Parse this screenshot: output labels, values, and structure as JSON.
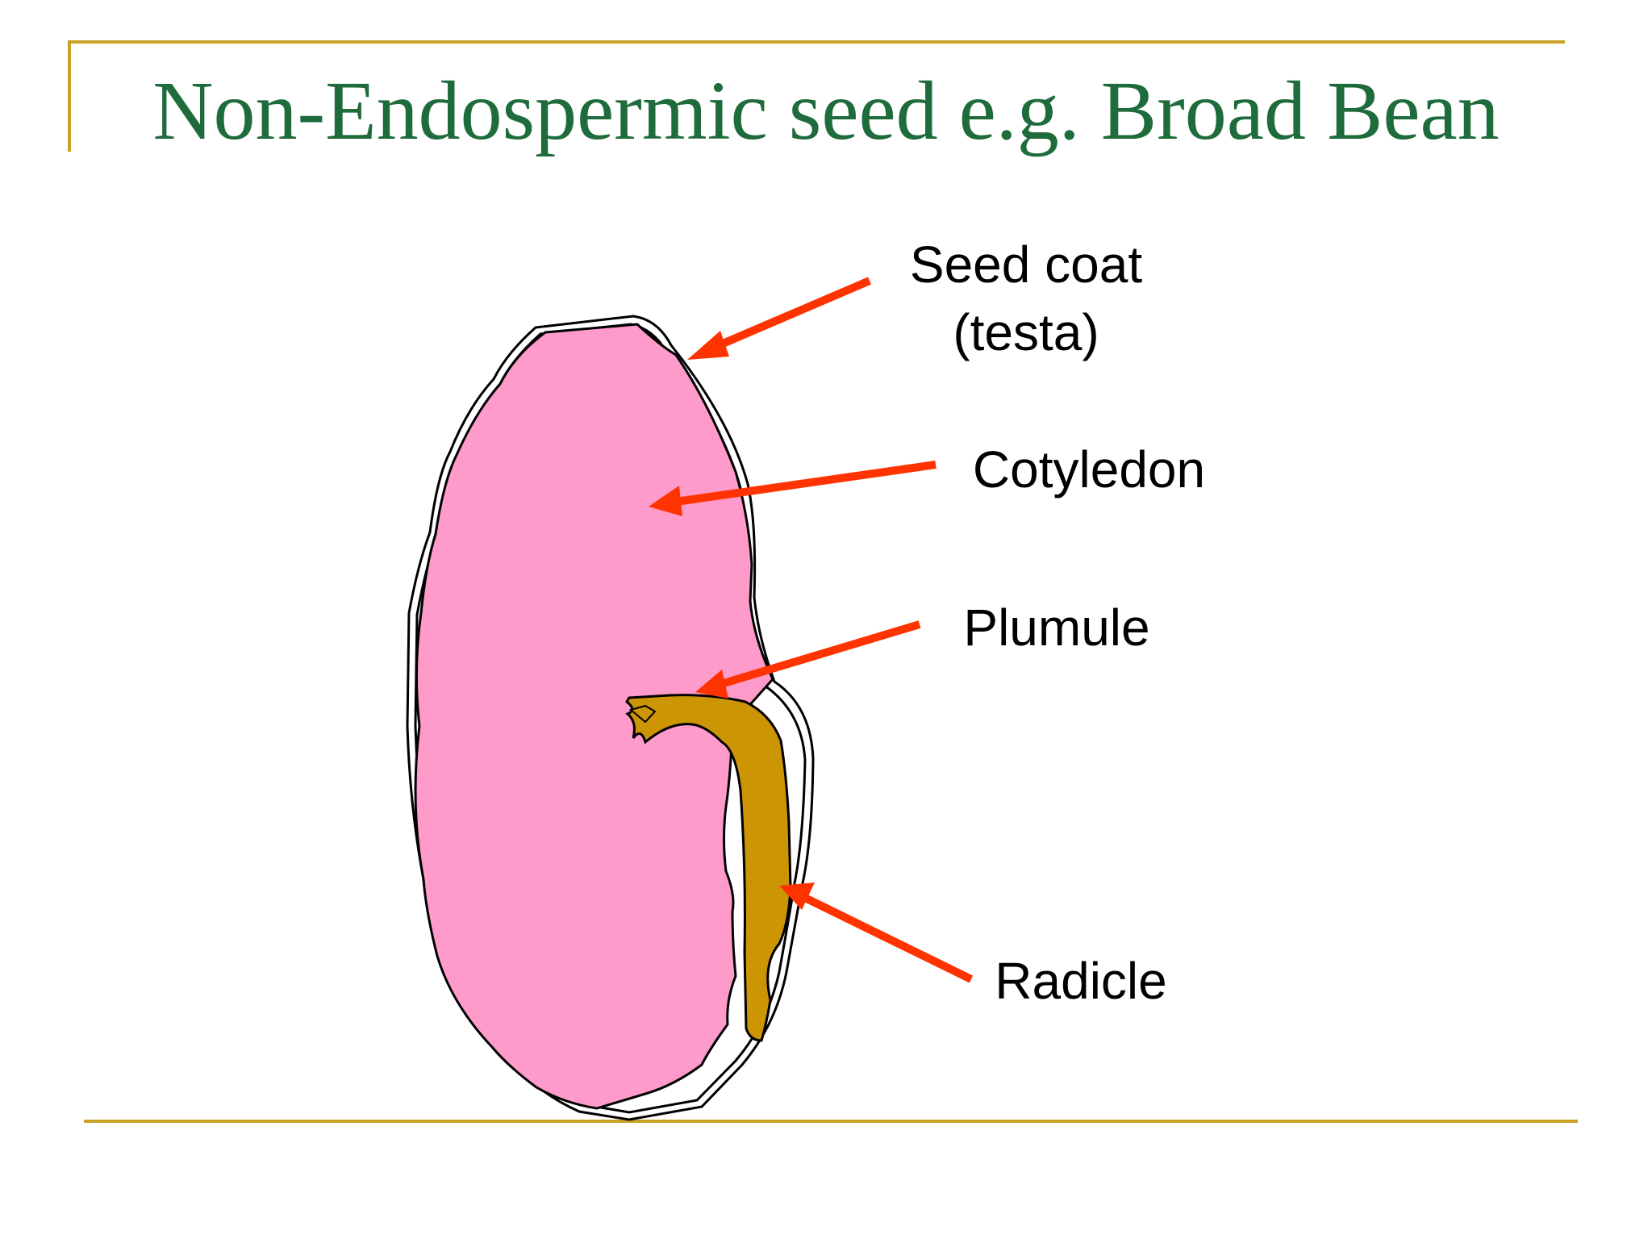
{
  "title": "Non-Endospermic seed e.g. Broad Bean",
  "labels": {
    "seed_coat_line1": "Seed coat",
    "seed_coat_line2": "(testa)",
    "cotyledon": "Cotyledon",
    "plumule": "Plumule",
    "radicle": "Radicle"
  },
  "colors": {
    "title": "#1e6b3c",
    "frame": "#c9a227",
    "cotyledon_fill": "#ff9bcb",
    "embryo_fill": "#cc9504",
    "arrow": "#ff3300",
    "outline": "#000000",
    "label_text": "#000000"
  }
}
